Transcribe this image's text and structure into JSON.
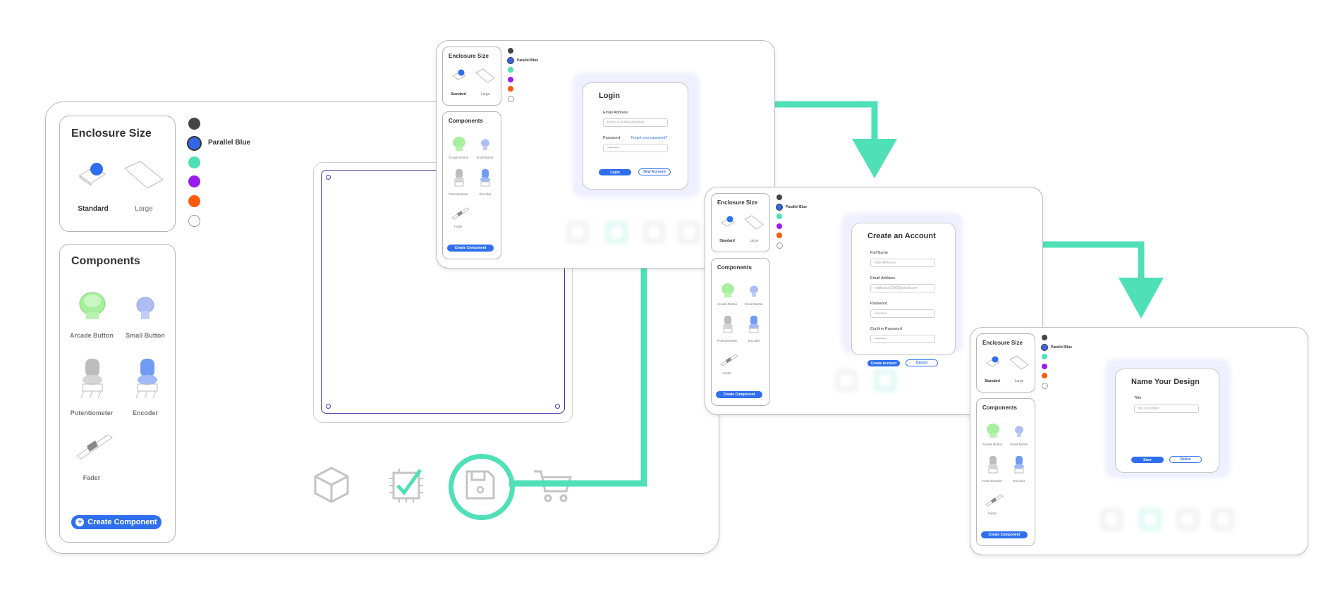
{
  "colors": {
    "accent": "#2f6fef",
    "arrow": "#4fe0b7",
    "dark": "#444444",
    "swatches": [
      "#444444",
      "#3567e6",
      "#4fe0b7",
      "#9b1bf0",
      "#ff5a0a",
      "#ffffff"
    ]
  },
  "editor": {
    "enclosure_title": "Enclosure Size",
    "size_standard": "Standard",
    "size_large": "Large",
    "selected_color_label": "Parallel Blue",
    "components_title": "Components",
    "components": [
      "Arcade Button",
      "Small Button",
      "Potentiometer",
      "Encoder",
      "Fader"
    ],
    "create_component": "Create Component",
    "toolbar_icons": [
      "cube-icon",
      "chip-check-icon",
      "save-icon",
      "cart-icon"
    ]
  },
  "login": {
    "title": "Login",
    "email_label": "Email Address",
    "email_placeholder": "Enter an Email Address",
    "password_label": "Password",
    "forgot_link": "Forgot your password?",
    "password_value": "••••••••••",
    "login_button": "Login",
    "new_account_button": "New Account"
  },
  "signup": {
    "title": "Create an Account",
    "fullname_label": "Full Name",
    "fullname_value": "Nick Althouse",
    "email_label": "Email Address",
    "email_value": "nalthouse1990@gmail.com",
    "password_label": "Password",
    "password_value": "••••••••••",
    "confirm_label": "Confirm Password",
    "confirm_value": "••••••••••",
    "create_button": "Create Account",
    "cancel_button": "Cancel"
  },
  "name_design": {
    "title": "Name Your Design",
    "title_label": "Title",
    "title_placeholder": "My Controller",
    "save_button": "Save",
    "delete_button": "Delete"
  }
}
